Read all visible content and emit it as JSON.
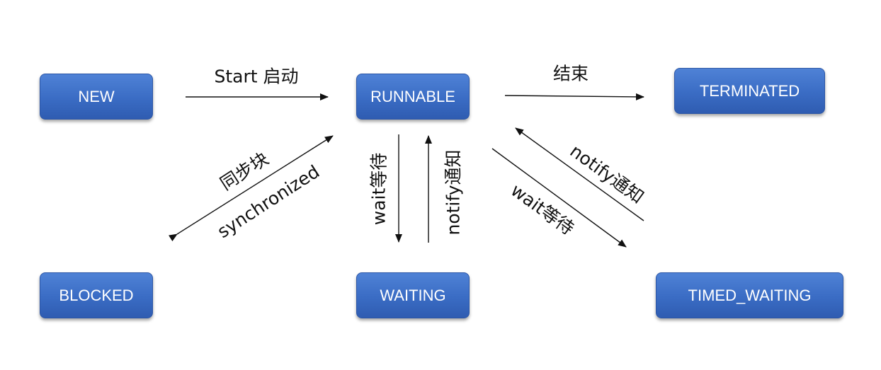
{
  "states": {
    "new": "NEW",
    "runnable": "RUNNABLE",
    "terminated": "TERMINATED",
    "blocked": "BLOCKED",
    "waiting": "WAITING",
    "timed_waiting": "TIMED_WAITING"
  },
  "transitions": {
    "start": "Start   启动",
    "end": "结束",
    "sync_cn": "同步块",
    "sync_en": "synchronized",
    "wait_down": "wait等待",
    "notify_up": "notify通知",
    "notify_diag": "notify通知",
    "wait_diag": "wait等待"
  },
  "colors": {
    "node_fill": "#3a6cc4",
    "node_text": "#ffffff",
    "arrow": "#111111"
  }
}
